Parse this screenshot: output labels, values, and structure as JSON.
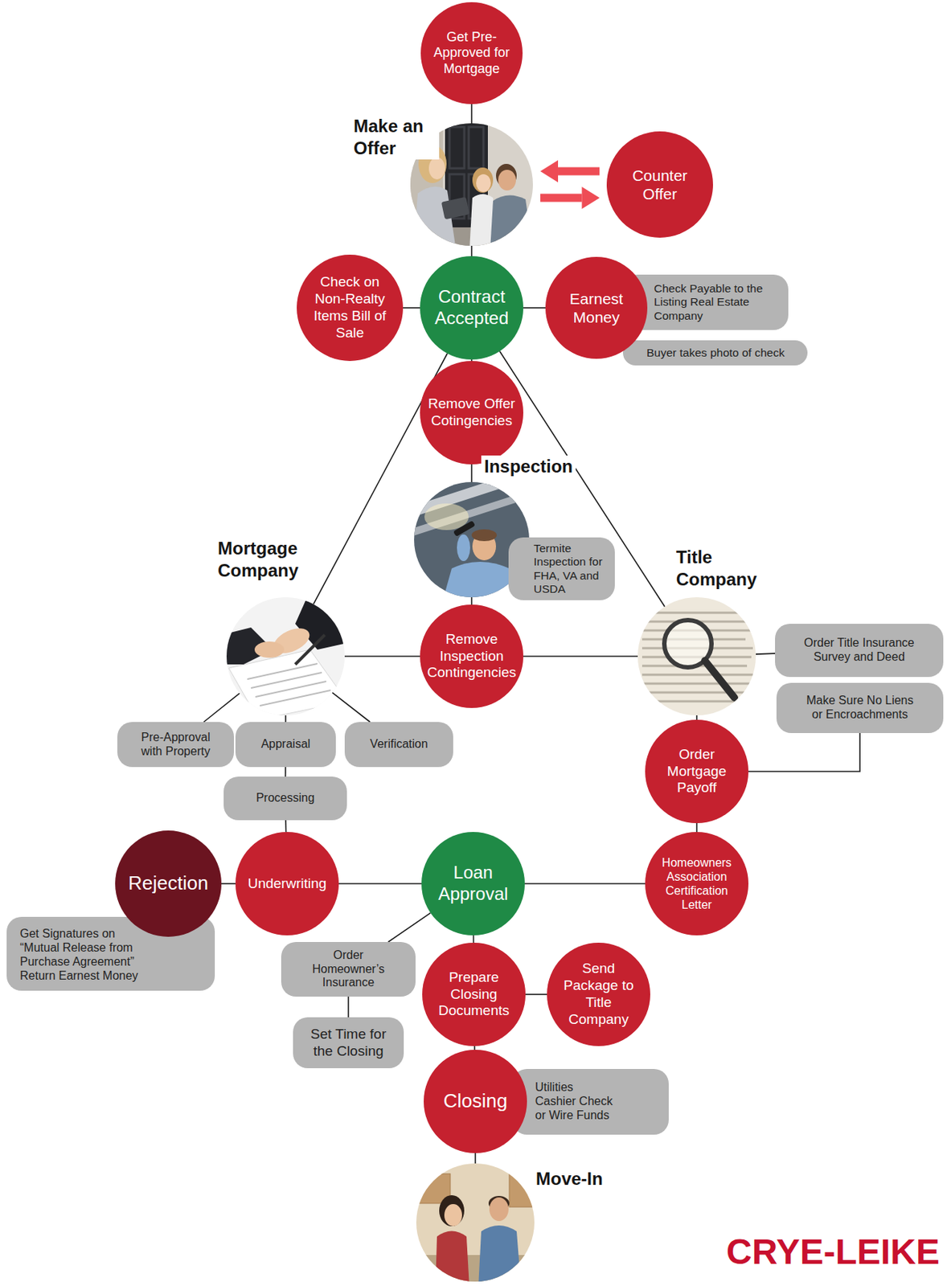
{
  "diagram": {
    "nodes": [
      {
        "text": [
          "Get Pre-Approved for Mortgage"
        ]
      },
      {
        "text": [
          "Make an Offer"
        ]
      },
      {
        "text": [
          "Counter Offer"
        ]
      },
      {
        "text": [
          "Check on Non-Realty Items Bill of Sale"
        ]
      },
      {
        "text": [
          "Contract Accepted"
        ]
      },
      {
        "text": [
          "Earnest Money"
        ]
      },
      {
        "text": [
          "Check Payable to the Listing Real Estate Company"
        ]
      },
      {
        "text": [
          "Buyer takes photo of check"
        ]
      },
      {
        "text": [
          "Remove Offer Cotingencies"
        ]
      },
      {
        "text": [
          "Inspection"
        ]
      },
      {
        "text": [
          "Termite Inspection for FHA, VA and USDA"
        ]
      },
      {
        "text": [
          "Mortgage Company"
        ]
      },
      {
        "text": [
          "Remove Inspection Contingencies"
        ]
      },
      {
        "text": [
          "Title Company"
        ]
      },
      {
        "text": [
          "Order Title Insurance Survey and Deed"
        ]
      },
      {
        "text": [
          "Make Sure No Liens or Encroachments"
        ]
      },
      {
        "text": [
          "Pre-Approval with Property"
        ]
      },
      {
        "text": [
          "Appraisal"
        ]
      },
      {
        "text": [
          "Verification"
        ]
      },
      {
        "text": [
          "Order Mortgage Payoff"
        ]
      },
      {
        "text": [
          "Processing"
        ]
      },
      {
        "text": [
          "Rejection"
        ]
      },
      {
        "text": [
          "Get Signatures on “Mutual Release from Purchase Agreement” Return Earnest Money"
        ]
      },
      {
        "text": [
          "Underwriting"
        ]
      },
      {
        "text": [
          "Loan Approval"
        ]
      },
      {
        "text": [
          "Homeowners Association Certification Letter"
        ]
      },
      {
        "text": [
          "Order Homeowner’s Insurance"
        ]
      },
      {
        "text": [
          "Prepare Closing Documents"
        ]
      },
      {
        "text": [
          "Send Package to Title Company"
        ]
      },
      {
        "text": [
          "Set Time for the Closing"
        ]
      },
      {
        "text": [
          "Closing"
        ]
      },
      {
        "text": [
          "Utilities Cashier Check or Wire Funds"
        ]
      },
      {
        "text": [
          "Move-In"
        ]
      }
    ],
    "edges": [
      {
        "from": 0,
        "to": 1,
        "arrow": "none"
      },
      {
        "from": 2,
        "to": 1,
        "arrow": "to"
      },
      {
        "from": 1,
        "to": 2,
        "arrow": "to"
      },
      {
        "from": 1,
        "to": 4,
        "arrow": "none"
      },
      {
        "from": 4,
        "to": 3,
        "arrow": "none"
      },
      {
        "from": 4,
        "to": 5,
        "arrow": "none"
      },
      {
        "from": 4,
        "to": 8,
        "arrow": "none"
      },
      {
        "from": 4,
        "to": 11,
        "arrow": "none"
      },
      {
        "from": 4,
        "to": 13,
        "arrow": "none"
      },
      {
        "from": 8,
        "to": 9,
        "arrow": "none"
      },
      {
        "from": 9,
        "to": 12,
        "arrow": "none"
      },
      {
        "from": 11,
        "to": 12,
        "arrow": "none"
      },
      {
        "from": 12,
        "to": 13,
        "arrow": "none"
      },
      {
        "from": 11,
        "to": 16,
        "arrow": "none"
      },
      {
        "from": 11,
        "to": 17,
        "arrow": "none"
      },
      {
        "from": 11,
        "to": 18,
        "arrow": "none"
      },
      {
        "from": 13,
        "to": 14,
        "arrow": "none"
      },
      {
        "from": 13,
        "to": 19,
        "arrow": "none"
      },
      {
        "from": 15,
        "to": 19,
        "arrow": "none"
      },
      {
        "from": 17,
        "to": 20,
        "arrow": "none"
      },
      {
        "from": 20,
        "to": 23,
        "arrow": "none"
      },
      {
        "from": 23,
        "to": 21,
        "arrow": "none"
      },
      {
        "from": 23,
        "to": 24,
        "arrow": "none"
      },
      {
        "from": 24,
        "to": 25,
        "arrow": "none"
      },
      {
        "from": 19,
        "to": 25,
        "arrow": "none"
      },
      {
        "from": 24,
        "to": 26,
        "arrow": "none"
      },
      {
        "from": 26,
        "to": 29,
        "arrow": "none"
      },
      {
        "from": 24,
        "to": 27,
        "arrow": "none"
      },
      {
        "from": 27,
        "to": 28,
        "arrow": "none"
      },
      {
        "from": 27,
        "to": 30,
        "arrow": "none"
      },
      {
        "from": 30,
        "to": 32,
        "arrow": "none"
      }
    ],
    "labels": [
      "CRYE-LEIKE"
    ]
  }
}
